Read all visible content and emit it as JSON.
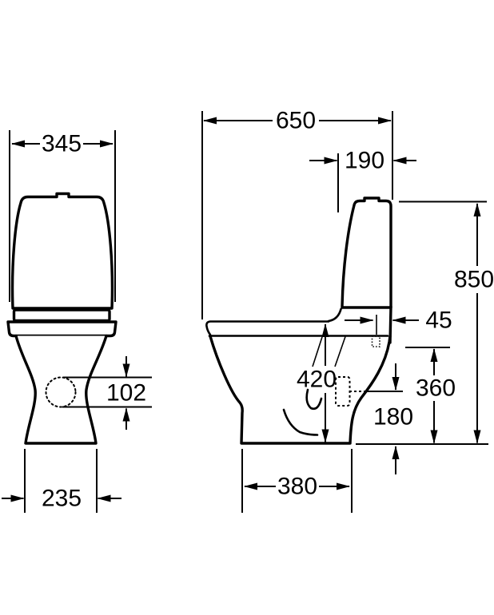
{
  "drawing": {
    "background": "#ffffff",
    "line_color": "#000000",
    "views": {
      "front": {
        "dimensions": {
          "cistern_width": "345",
          "outlet_height": "102",
          "base_width": "235"
        }
      },
      "side": {
        "dimensions": {
          "total_depth": "650",
          "cistern_top_depth": "190",
          "total_height": "850",
          "cistern_recess": "45",
          "bowl_height": "420",
          "inlet_height": "360",
          "outlet_offset": "180",
          "base_depth": "380"
        }
      }
    }
  }
}
